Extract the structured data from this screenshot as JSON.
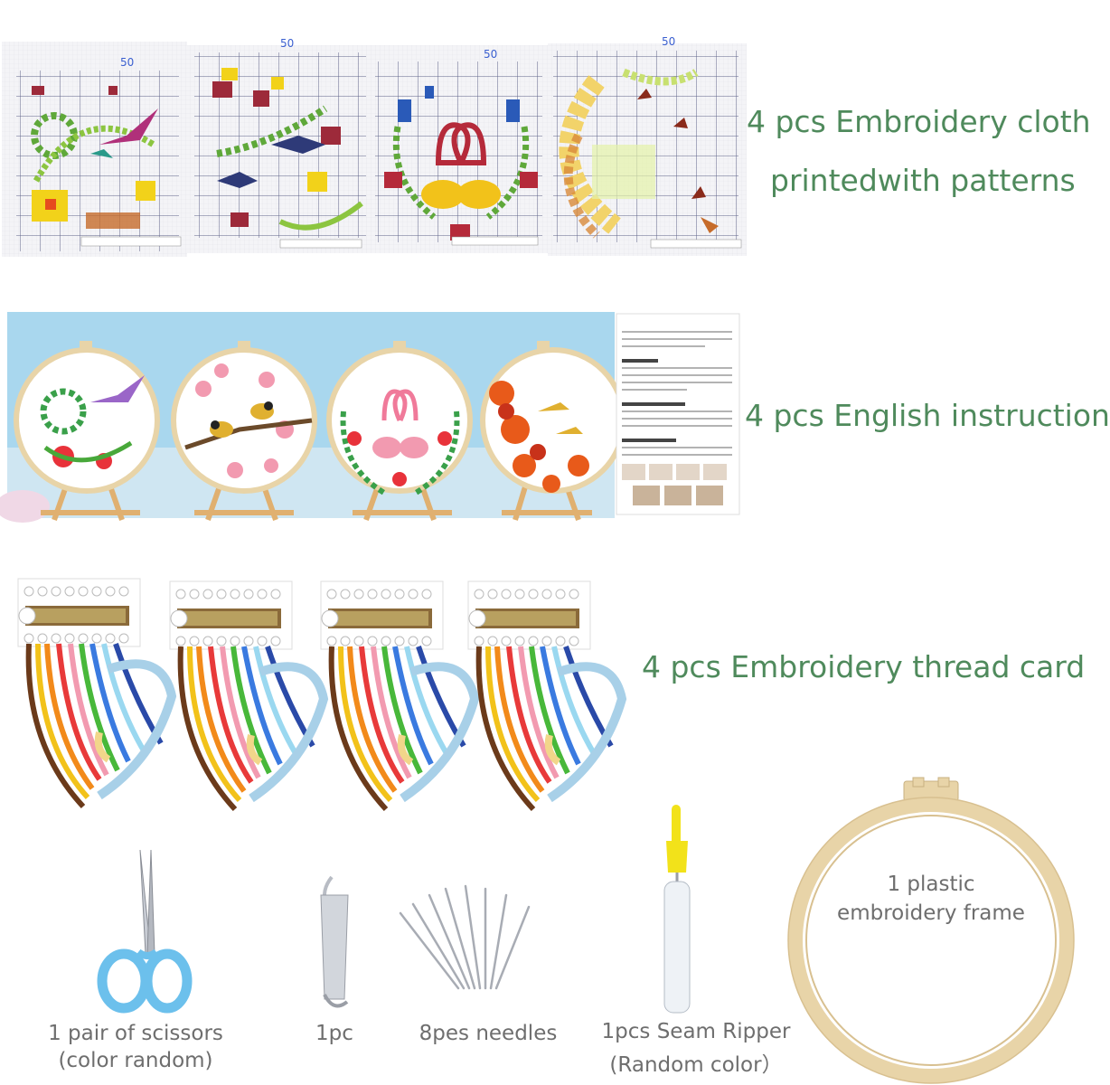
{
  "rows": {
    "cloth": {
      "caption_line1": "4 pcs Embroidery cloth",
      "caption_line2": "printedwith patterns",
      "scale_labels": [
        "50",
        "50",
        "50",
        "50"
      ]
    },
    "instruction": {
      "caption": "4 pcs English instruction"
    },
    "thread": {
      "caption": "4 pcs Embroidery thread card"
    }
  },
  "tools": {
    "scissors": {
      "line1": "1 pair of scissors",
      "line2": "(color random)"
    },
    "threader": {
      "label": "1pc"
    },
    "needles": {
      "label": "8pes needles"
    },
    "ripper": {
      "line1": "1pcs Seam Ripper",
      "line2": "(Random color）"
    },
    "frame": {
      "line1": "1 plastic",
      "line2": "embroidery frame"
    }
  },
  "colors": {
    "caption_green": "#4f8a5c",
    "caption_grey": "#6e6e6e",
    "hoop_wood": "#e8d4a8",
    "sky_blue": "#a9d7ee"
  }
}
